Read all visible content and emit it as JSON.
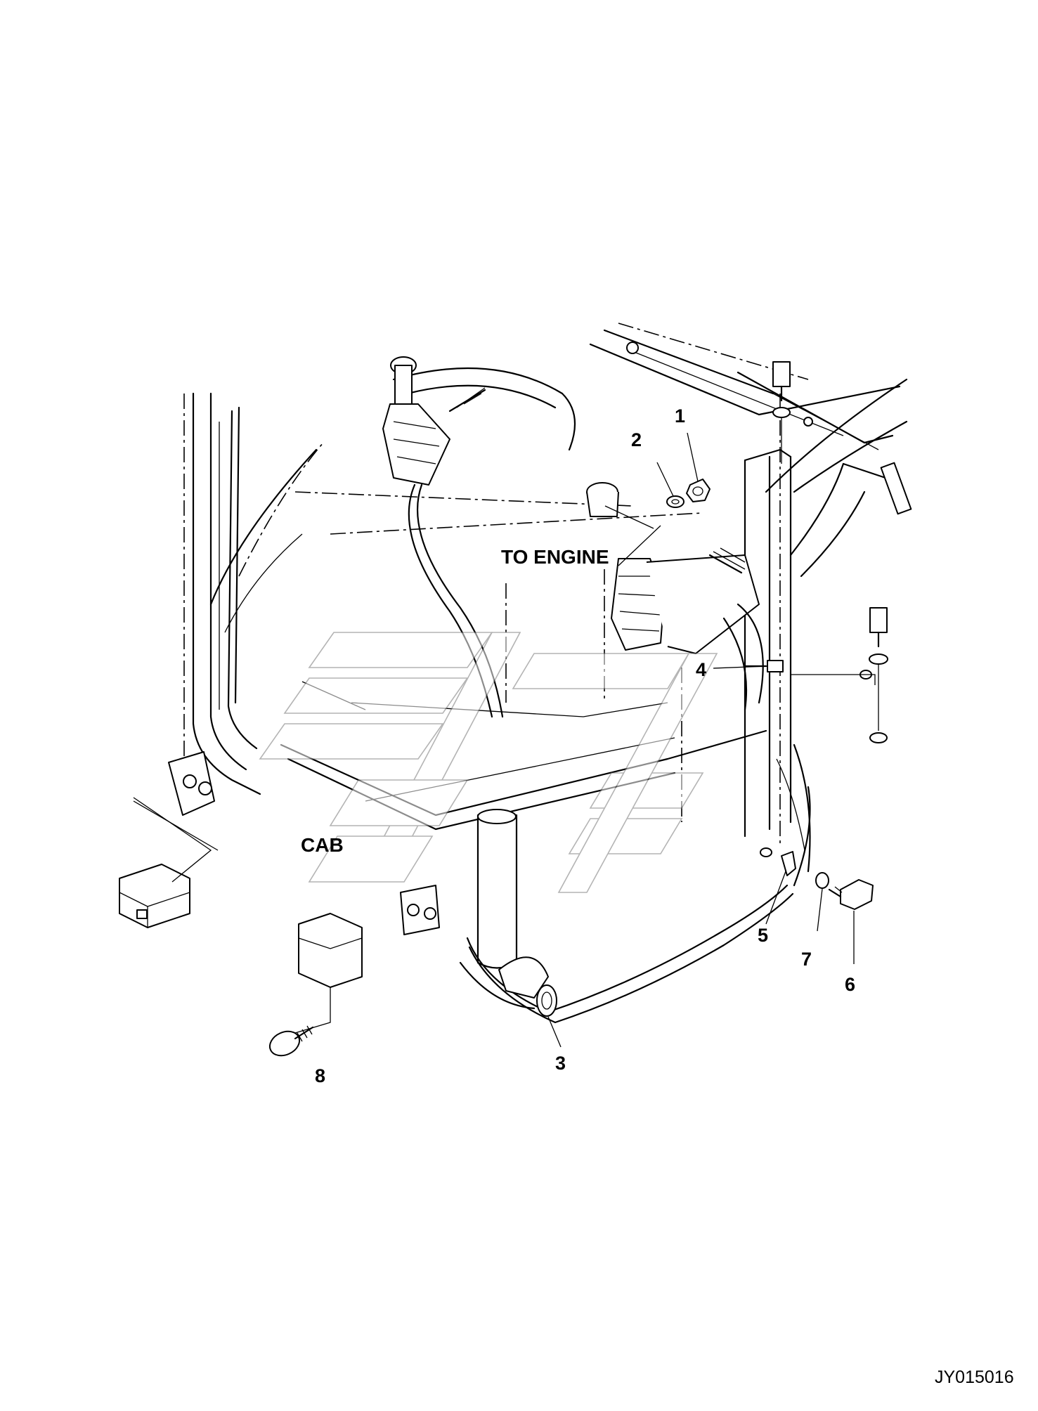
{
  "diagram": {
    "labels": {
      "to_engine": "TO ENGINE",
      "cab": "CAB"
    },
    "callouts": [
      "1",
      "2",
      "3",
      "4",
      "5",
      "6",
      "7",
      "8"
    ],
    "drawing_number": "JY015016"
  }
}
